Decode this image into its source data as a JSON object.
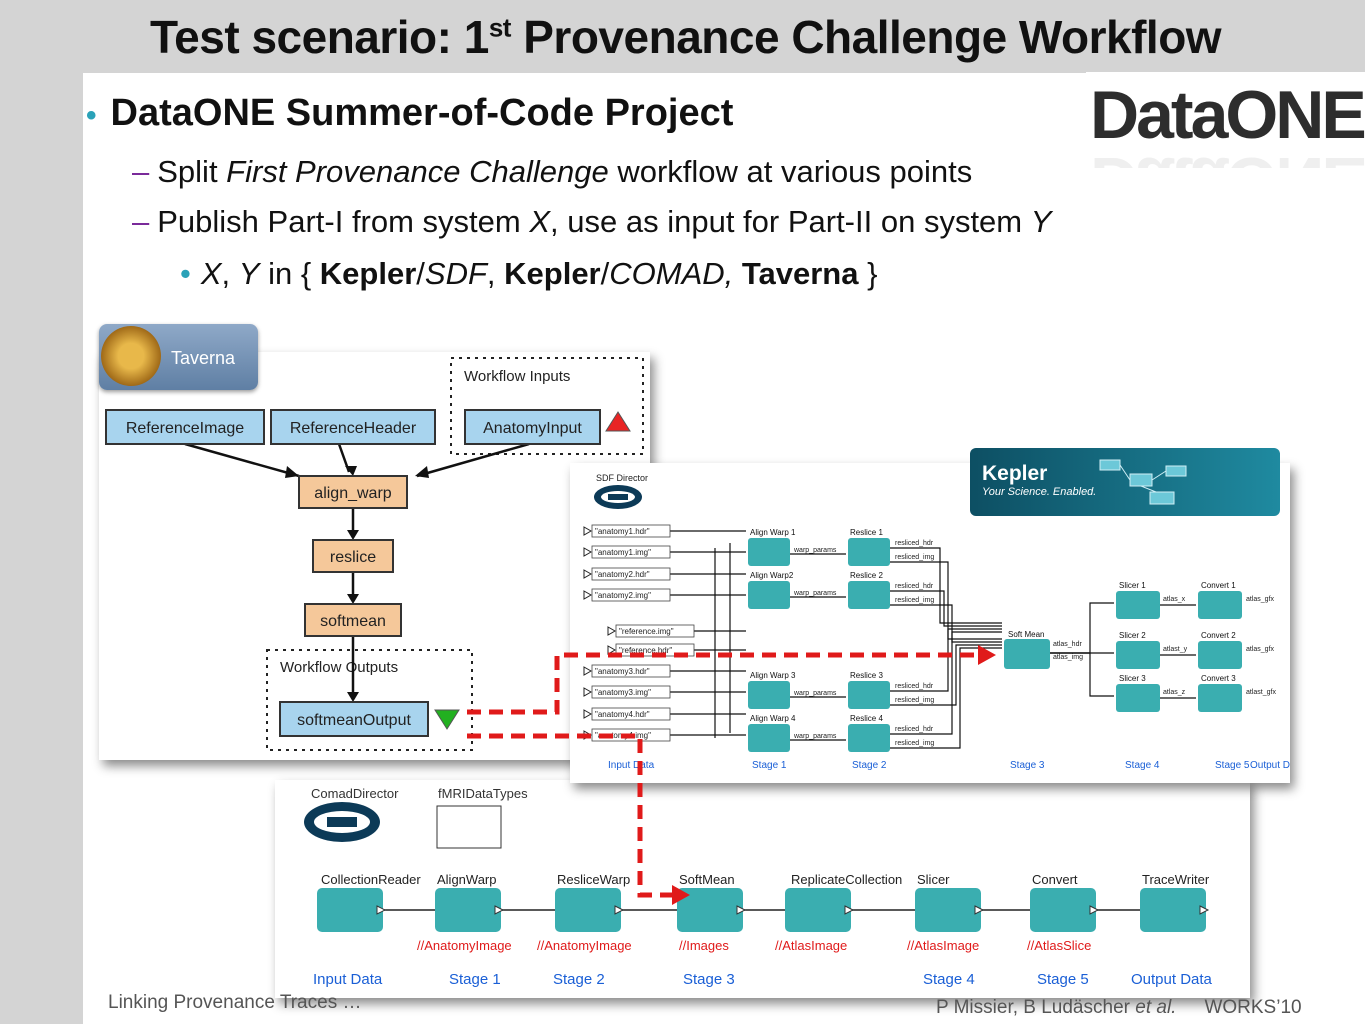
{
  "slide": {
    "title_pre": "Test scenario: 1",
    "title_sup": "st",
    "title_post": " Provenance Challenge Workflow"
  },
  "bullets": {
    "main": "DataONE Summer-of-Code Project",
    "sub1_pre": "Split ",
    "sub1_em": "First Provenance Challenge",
    "sub1_post": " workflow at various points",
    "sub2_pre": "Publish Part-I from system ",
    "sub2_x": "X",
    "sub2_mid": ", use as input for Part-II on system ",
    "sub2_y": "Y",
    "sub3": {
      "x": "X",
      "comma": ", ",
      "y": "Y",
      "in_open": " in { ",
      "kepler1": "Kepler",
      "slash1": "/",
      "sdf": "SDF",
      "sep1": ", ",
      "kepler2": "Kepler",
      "slash2": "/",
      "comad": "COMAD,",
      "sep2": " ",
      "taverna": "Taverna",
      "close": " }"
    }
  },
  "logos": {
    "dataone": "DataONE",
    "taverna": "Taverna",
    "kepler": "Kepler",
    "kepler_tagline": "Your Science. Enabled."
  },
  "taverna": {
    "inputs_box": "Workflow Inputs",
    "outputs_box": "Workflow Outputs",
    "nodes": [
      "ReferenceImage",
      "ReferenceHeader",
      "AnatomyInput",
      "align_warp",
      "reslice",
      "softmean",
      "softmeanOutput"
    ]
  },
  "kepler": {
    "director": "SDF Director",
    "inputs": [
      "\"anatomy1.hdr\"",
      "\"anatomy1.img\"",
      "\"anatomy2.hdr\"",
      "\"anatomy2.img\"",
      "\"reference.img\"",
      "\"reference.hdr\"",
      "\"anatomy3.hdr\"",
      "\"anatomy3.img\"",
      "\"anatomy4.hdr\"",
      "\"anatomy4.img\""
    ],
    "align": [
      "Align Warp 1",
      "Align Warp2",
      "Align Warp 3",
      "Align Warp 4"
    ],
    "reslice": [
      "Reslice 1",
      "Reslice 2",
      "Reslice 3",
      "Reslice 4"
    ],
    "port_warp": "warp_params",
    "port_rhdr": "resliced_hdr",
    "port_rimg": "resliced_img",
    "softmean": "Soft Mean",
    "port_ahdr": "atlas_hdr",
    "port_aimg": "atlas_img",
    "slicer": [
      "Slicer 1",
      "Slicer 2",
      "Slicer 3"
    ],
    "slicer_ports": [
      "atlas_x",
      "atlast_y",
      "atlas_z"
    ],
    "convert": [
      "Convert 1",
      "Convert 2",
      "Convert 3"
    ],
    "convert_ports": [
      "atlas_gfx",
      "atlas_gfx",
      "atlast_gfx"
    ],
    "stages": [
      "Input Data",
      "Stage 1",
      "Stage 2",
      "Stage 3",
      "Stage 4",
      "Stage 5",
      "Output D"
    ]
  },
  "comad": {
    "director": "ComadDirector",
    "types": "fMRIDataTypes",
    "actors": [
      "CollectionReader",
      "AlignWarp",
      "ResliceWarp",
      "SoftMean",
      "ReplicateCollection",
      "Slicer",
      "Convert",
      "TraceWriter"
    ],
    "paths": [
      "//AnatomyImage",
      "//AnatomyImage",
      "//Images",
      "//AtlasImage",
      "//AtlasImage",
      "//AtlasSlice"
    ],
    "stages": [
      "Input Data",
      "Stage 1",
      "Stage 2",
      "Stage 3",
      "Stage 4",
      "Stage 5",
      "Output Data"
    ]
  },
  "footer": {
    "left": "Linking Provenance Traces …",
    "authors_pre": "P Missier, B Ludäscher ",
    "authors_em": "et al.",
    "conf": "WORKS’10"
  },
  "colors": {
    "accent_bullet": "#2aa2b8",
    "dash": "#7a2a9a",
    "kepler_actor": "#3aaeb0",
    "taverna_proc": "#f5c89a",
    "taverna_io": "#a8d4ee",
    "connector": "#e02020"
  }
}
